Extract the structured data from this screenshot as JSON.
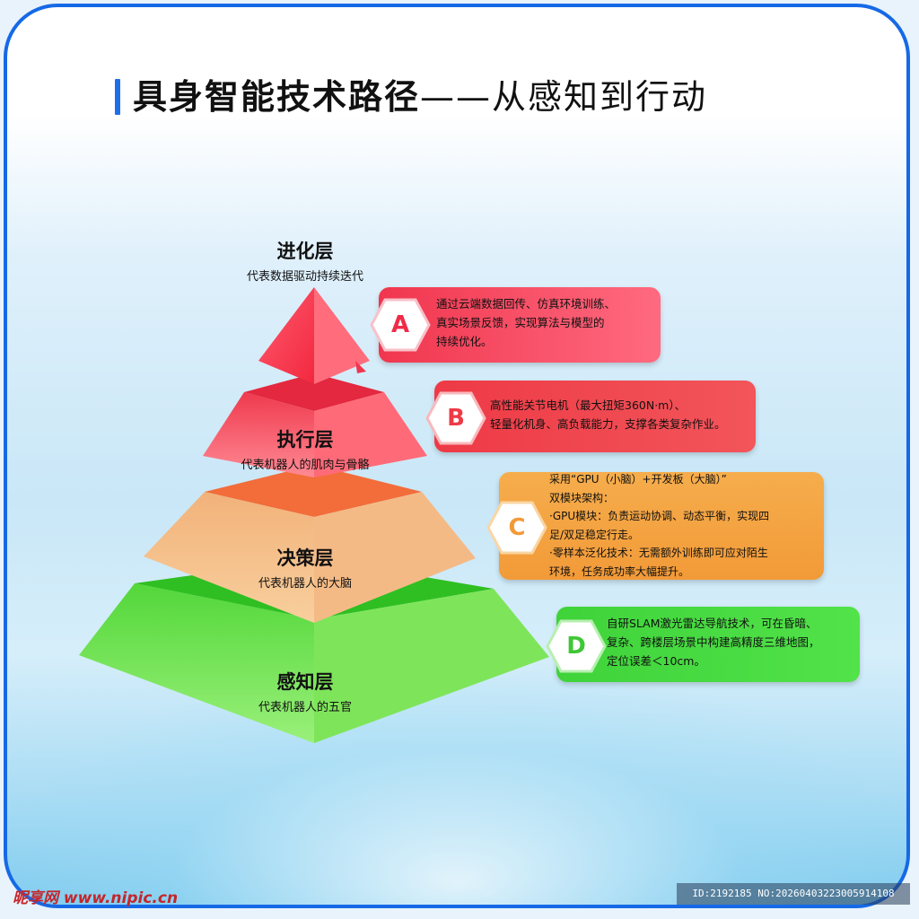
{
  "title": {
    "main": "具身智能技术路径",
    "sub": "——从感知到行动"
  },
  "layers": [
    {
      "name": "进化层",
      "desc": "代表数据驱动持续迭代"
    },
    {
      "name": "执行层",
      "desc": "代表机器人的肌肉与骨骼"
    },
    {
      "name": "决策层",
      "desc": "代表机器人的大脑"
    },
    {
      "name": "感知层",
      "desc": "代表机器人的五官"
    }
  ],
  "cards": [
    {
      "letter": "A",
      "text": "通过云端数据回传、仿真环境训练、\n真实场景反馈，实现算法与模型的\n持续优化。",
      "color": "#f0364e"
    },
    {
      "letter": "B",
      "text": "高性能关节电机（最大扭矩360N·m）、\n轻量化机身、高负载能力，支撑各类复杂作业。",
      "color": "#f04b4b"
    },
    {
      "letter": "C",
      "text": "采用“GPU（小脑）+开发板（大脑）”\n双模块架构：\n·GPU模块：负责运动协调、动态平衡，实现四\n足/双足稳定行走。\n·零样本泛化技术：无需额外训练即可应对陌生\n环境，任务成功率大幅提升。",
      "color": "#f4a340"
    },
    {
      "letter": "D",
      "text": "自研SLAM激光雷达导航技术，可在昏暗、\n复杂、跨楼层场景中构建高精度三维地图，\n定位误差＜10cm。",
      "color": "#3fd33a"
    }
  ],
  "watermark": {
    "site": "昵享网 www.nipic.cn",
    "id": "ID:2192185 NO:20260403223005914108"
  }
}
